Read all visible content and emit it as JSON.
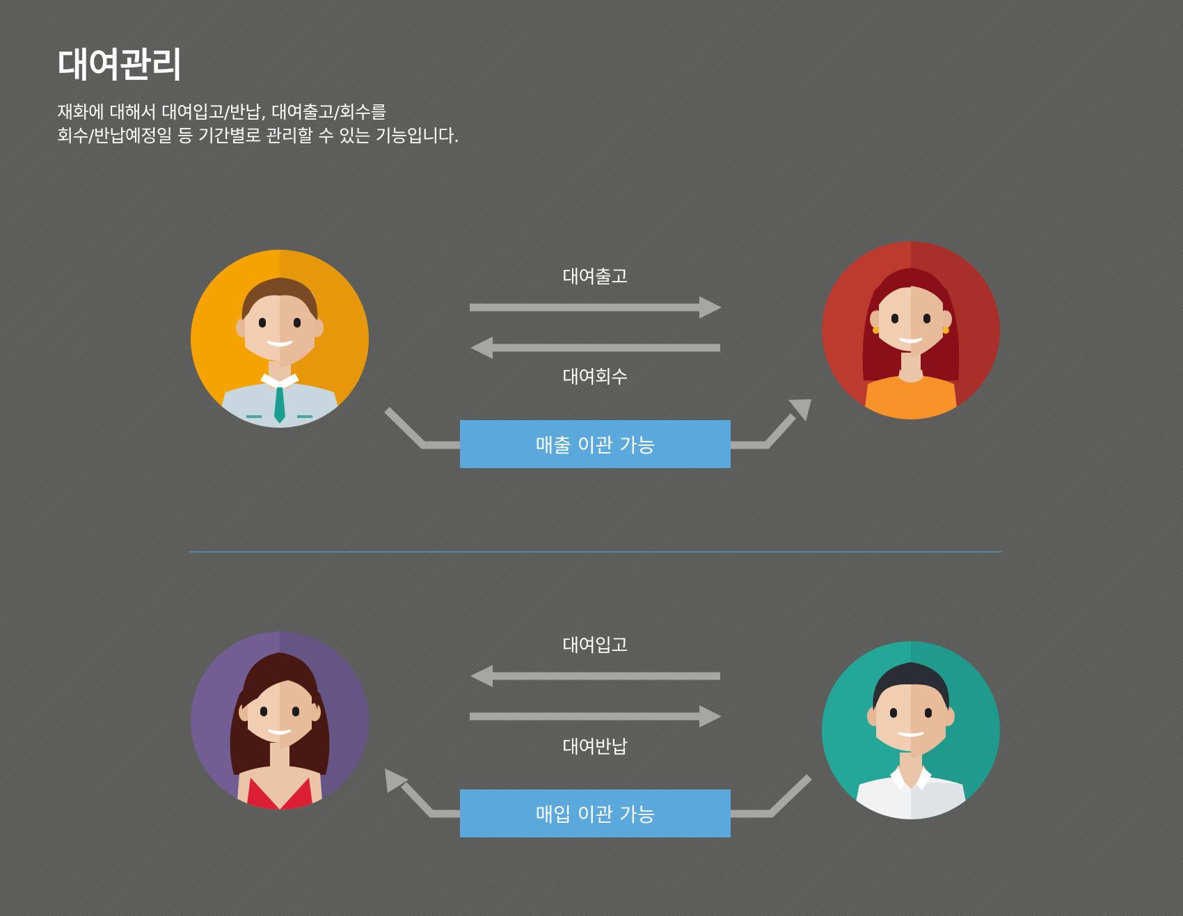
{
  "header": {
    "title": "대여관리",
    "description": [
      "재화에 대해서 대여입고/반납, 대여출고/회수를",
      "회수/반납예정일 등 기간별로 관리할 수 있는 기능입니다."
    ]
  },
  "flows": {
    "outbound_label": "대여출고",
    "recall_label": "대여회수",
    "sales_transfer_label": "매출 이관 가능",
    "inbound_label": "대여입고",
    "return_label": "대여반납",
    "purchase_transfer_label": "매입 이관 가능"
  },
  "avatars": [
    {
      "name": "man-in-shirt-and-tie-avatar",
      "bg": "#f2a103"
    },
    {
      "name": "woman-with-red-hair-avatar",
      "bg": "#b8312b"
    },
    {
      "name": "woman-with-dark-hair-avatar",
      "bg": "#6e5f8f"
    },
    {
      "name": "man-in-white-shirt-avatar",
      "bg": "#21a597"
    }
  ],
  "colors": {
    "background": "#5b5c59",
    "accent": "#5ba8dc",
    "arrow": "#a6a6a4",
    "text": "#ffffff"
  }
}
